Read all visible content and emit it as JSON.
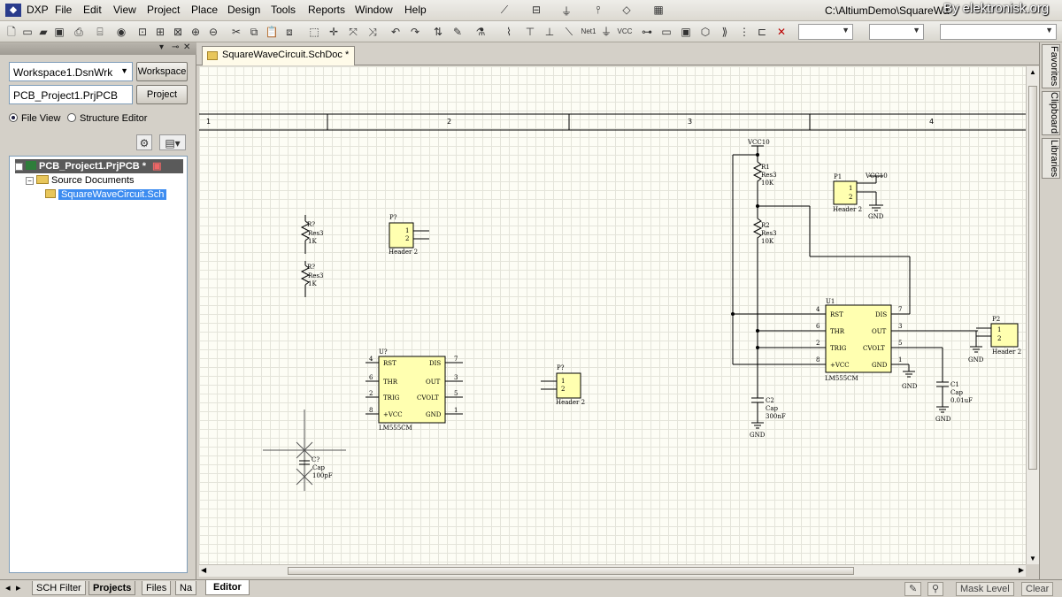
{
  "menubar": {
    "app_logo": "DXP",
    "items": [
      "DXP",
      "File",
      "Edit",
      "View",
      "Project",
      "Place",
      "Design",
      "Tools",
      "Reports",
      "Window",
      "Help"
    ],
    "path": "C:\\AltiumDemo\\SquareWa",
    "watermark": "By elektronisk.org"
  },
  "toolbar": {
    "net_label_text": "Net1",
    "vcc_label_text": "VCC"
  },
  "panel": {
    "workspace_value": "Workspace1.DsnWrk",
    "workspace_button": "Workspace",
    "project_value": "PCB_Project1.PrjPCB",
    "project_button": "Project",
    "view_file": "File View",
    "view_structure": "Structure Editor",
    "tree": {
      "project": "PCB_Project1.PrjPCB *",
      "folder": "Source Documents",
      "document": "SquareWaveCircuit.Sch"
    },
    "tabs": [
      "SCH Filter",
      "Projects",
      "Files",
      "Na"
    ]
  },
  "document_tab": "SquareWaveCircuit.SchDoc *",
  "editor_tab": "Editor",
  "status": {
    "mask_level": "Mask Level",
    "clear": "Clear"
  },
  "side_tabs": [
    "Favorites",
    "Clipboard",
    "Libraries"
  ],
  "schematic": {
    "zones": [
      "1",
      "2",
      "3",
      "4"
    ],
    "placed": {
      "resistor_a": {
        "designator": "R?",
        "comment": "Res3",
        "value": "1K"
      },
      "resistor_b": {
        "designator": "R?",
        "comment": "Res3",
        "value": "1K"
      },
      "header_a": {
        "designator": "P?",
        "comment": "Header 2",
        "pins": [
          "1",
          "2"
        ]
      },
      "header_b": {
        "designator": "P?",
        "comment": "Header 2",
        "pins": [
          "1",
          "2"
        ]
      },
      "ic_a": {
        "designator": "U?",
        "comment": "LM555CM",
        "left_pins": [
          {
            "num": "4",
            "name": "RST"
          },
          {
            "num": "6",
            "name": "THR"
          },
          {
            "num": "2",
            "name": "TRIG"
          },
          {
            "num": "8",
            "name": "+VCC"
          }
        ],
        "right_pins": [
          {
            "num": "7",
            "name": "DIS"
          },
          {
            "num": "3",
            "name": "OUT"
          },
          {
            "num": "5",
            "name": "CVOLT"
          },
          {
            "num": "1",
            "name": "GND"
          }
        ]
      },
      "cap_cursor": {
        "designator": "C?",
        "comment": "Cap",
        "value": "100pF"
      }
    },
    "circuit": {
      "vcc_main": "VCC10",
      "r1": {
        "designator": "R1",
        "comment": "Res3",
        "value": "10K"
      },
      "r2": {
        "designator": "R2",
        "comment": "Res3",
        "value": "10K"
      },
      "p1": {
        "designator": "P1",
        "comment": "Header 2",
        "pins": [
          "1",
          "2"
        ],
        "vcc": "VCC10",
        "gnd": "GND"
      },
      "u1": {
        "designator": "U1",
        "comment": "LM555CM",
        "left_pins": [
          {
            "num": "4",
            "name": "RST"
          },
          {
            "num": "6",
            "name": "THR"
          },
          {
            "num": "2",
            "name": "TRIG"
          },
          {
            "num": "8",
            "name": "+VCC"
          }
        ],
        "right_pins": [
          {
            "num": "7",
            "name": "DIS"
          },
          {
            "num": "3",
            "name": "OUT"
          },
          {
            "num": "5",
            "name": "CVOLT"
          },
          {
            "num": "1",
            "name": "GND"
          }
        ]
      },
      "p2": {
        "designator": "P2",
        "comment": "Header 2",
        "pins": [
          "1",
          "2"
        ]
      },
      "c1": {
        "designator": "C1",
        "comment": "Cap",
        "value": "0.01uF"
      },
      "c2": {
        "designator": "C2",
        "comment": "Cap",
        "value": "300nF"
      },
      "gnd": "GND"
    }
  }
}
